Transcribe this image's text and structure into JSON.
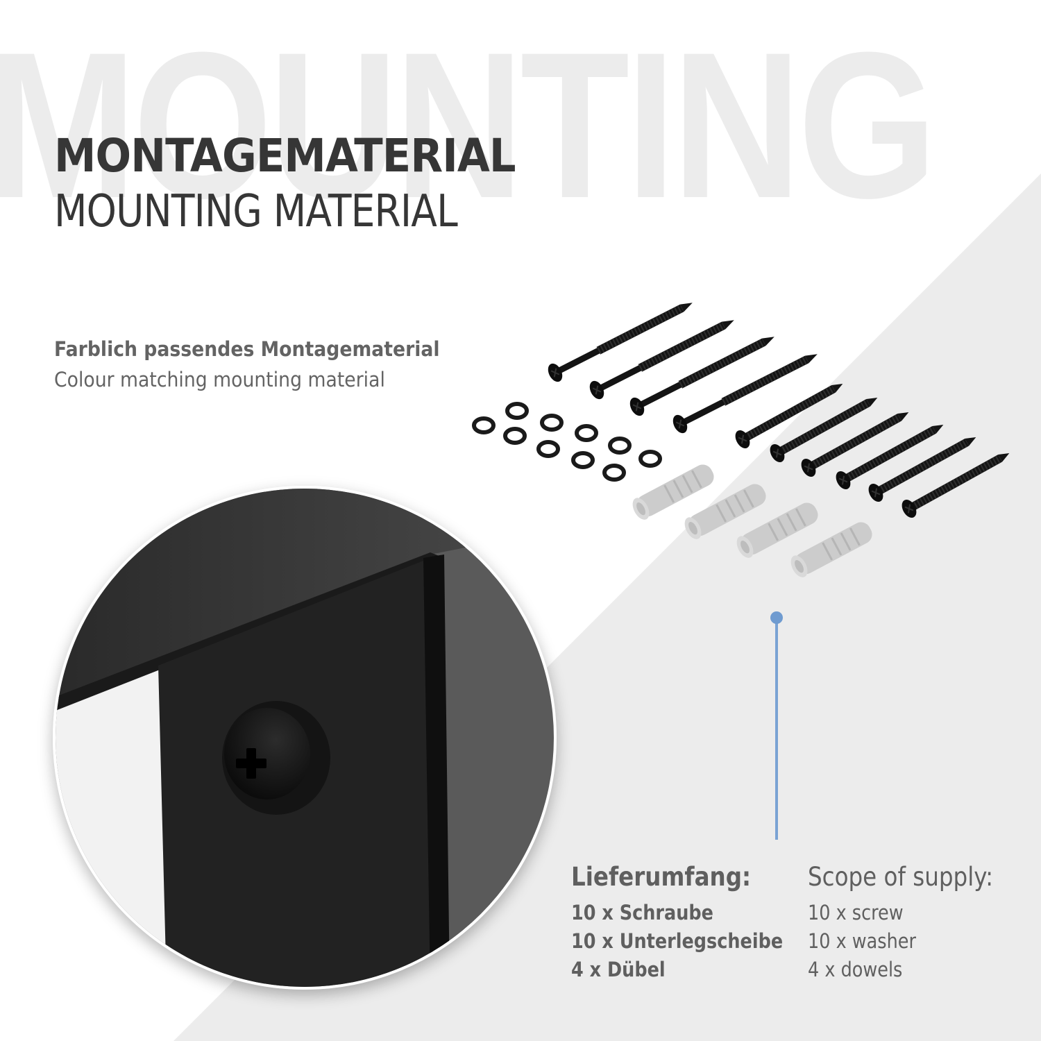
{
  "background": {
    "watermark": "MOUNTING",
    "colors": {
      "white": "#ffffff",
      "grey_panel": "#ececec",
      "watermark": "#ececec"
    }
  },
  "header": {
    "title_de": "MONTAGEMATERIAL",
    "title_en": "MOUNTING MATERIAL",
    "title_color": "#363636"
  },
  "feature": {
    "subtitle_de": "Farblich passendes Montagematerial",
    "subtitle_en": "Colour matching mounting material",
    "text_color": "#636363"
  },
  "images": {
    "hardware_set": {
      "long_screws": 4,
      "short_screws": 6,
      "washers": 10,
      "dowels": 4,
      "screw_color": "#111111",
      "dowel_color": "#c8c8c8"
    },
    "detail_circle": {
      "subject": "black bracket with phillips screw close-up"
    }
  },
  "callout": {
    "color": "#7aa3d4"
  },
  "scope_of_supply": {
    "de": {
      "heading": "Lieferumfang:",
      "items": [
        "10 x Schraube",
        "10 x Unterlegscheibe",
        "4 x Dübel"
      ]
    },
    "en": {
      "heading": "Scope of supply:",
      "items": [
        "10 x screw",
        "10 x washer",
        "4 x dowels"
      ]
    }
  }
}
